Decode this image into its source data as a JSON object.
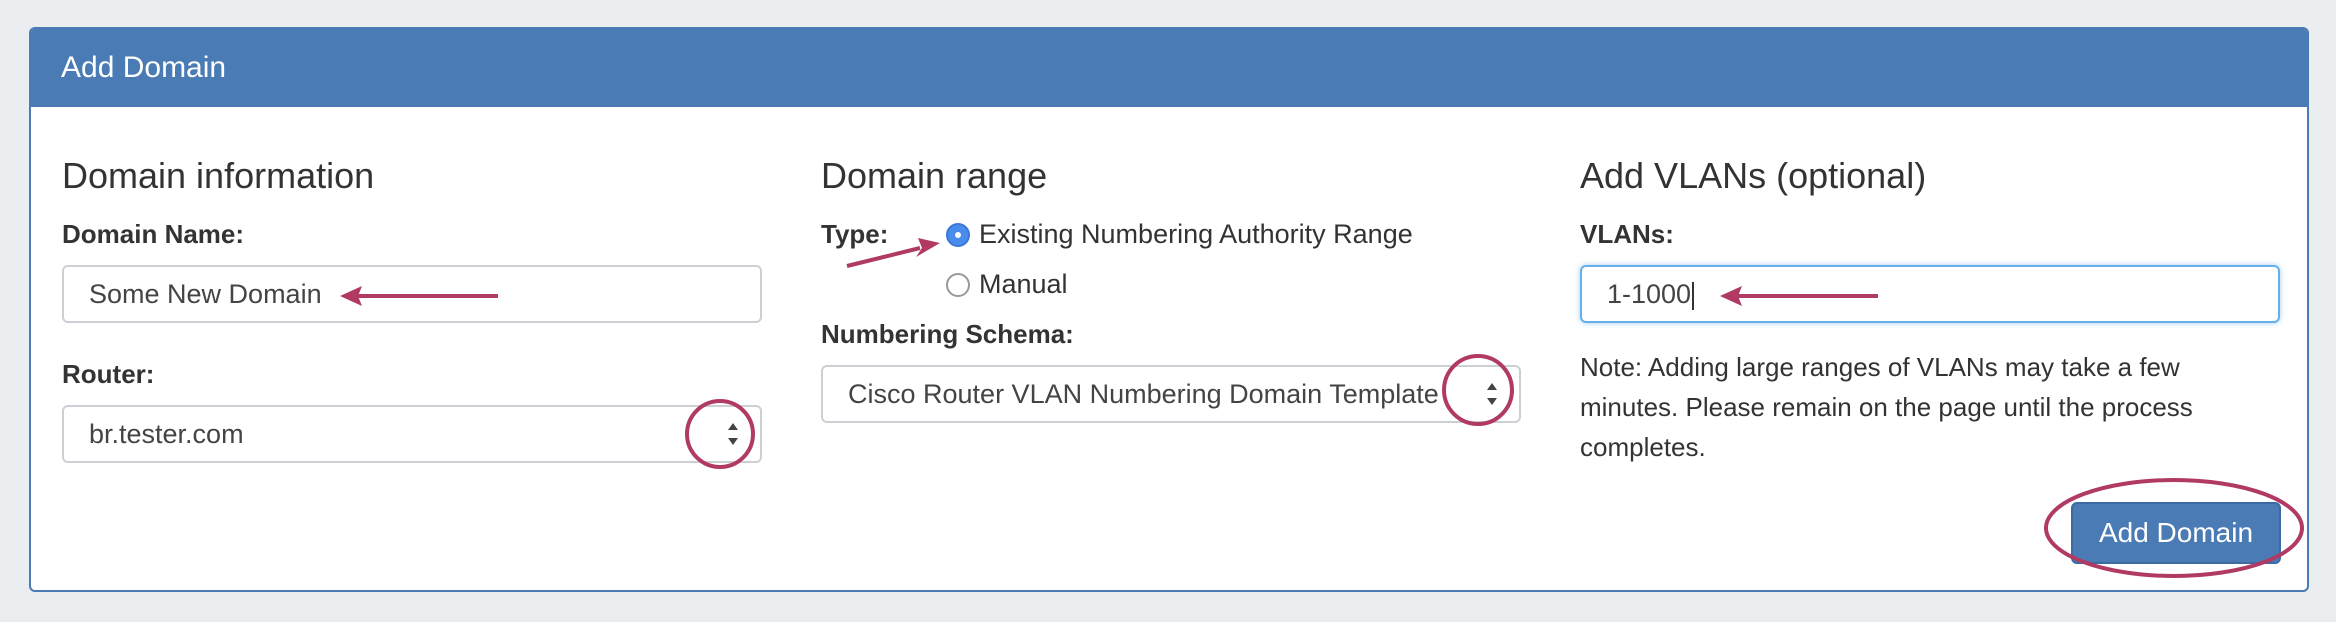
{
  "panel": {
    "title": "Add Domain"
  },
  "domain_info": {
    "heading": "Domain information",
    "name_label": "Domain Name:",
    "name_value": "Some New Domain",
    "router_label": "Router:",
    "router_value": "br.tester.com"
  },
  "domain_range": {
    "heading": "Domain range",
    "type_label": "Type:",
    "options": [
      "Existing Numbering Authority Range",
      "Manual"
    ],
    "selected_option": "Existing Numbering Authority Range",
    "schema_label": "Numbering Schema:",
    "schema_value": "Cisco Router VLAN Numbering Domain Template"
  },
  "vlans": {
    "heading": "Add VLANs (optional)",
    "label": "VLANs:",
    "value": "1-1000",
    "note": "Note: Adding large ranges of VLANs may take a few minutes. Please remain on the page until the process completes."
  },
  "actions": {
    "submit_label": "Add Domain"
  },
  "colors": {
    "header": "#4a7bb4",
    "annotation": "#b03a64",
    "radio_selected": "#4a8cec"
  }
}
